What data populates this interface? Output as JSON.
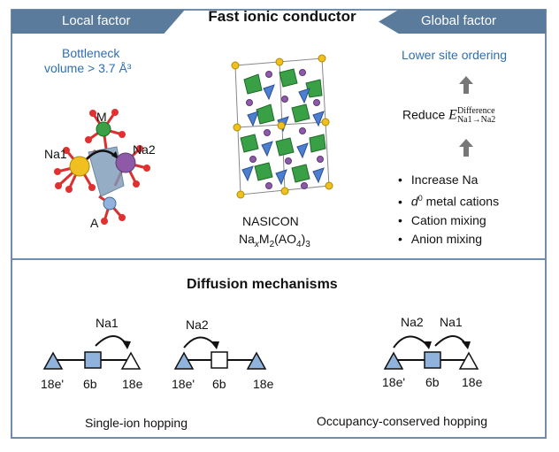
{
  "header": {
    "local": "Local factor",
    "title": "Fast ionic conductor",
    "global": "Global factor"
  },
  "local": {
    "bottleneck_line1": "Bottleneck",
    "bottleneck_line2": "volume > 3.7 Å³",
    "label_m": "M",
    "label_na1": "Na1",
    "label_na2": "Na2",
    "label_a": "A"
  },
  "center": {
    "name": "NASICON",
    "formula_na": "Na",
    "formula_x": "x",
    "formula_m": "M",
    "formula_2": "2",
    "formula_ao": "(AO",
    "formula_4": "4",
    "formula_close": ")",
    "formula_3": "3"
  },
  "global": {
    "lower_ordering": "Lower site ordering",
    "reduce": "Reduce",
    "energy_symbol": "E",
    "energy_sup": "Difference",
    "energy_sub": "Na1→Na2",
    "bullets": [
      "Increase Na",
      "metal cations",
      "Cation mixing",
      "Anion mixing"
    ],
    "d0_d": "d",
    "d0_sup": "0"
  },
  "diffusion": {
    "title": "Diffusion mechanisms",
    "single_label": "Single-ion hopping",
    "conserved_label": "Occupancy-conserved hopping",
    "site_18e_prime": "18e'",
    "site_6b": "6b",
    "site_18e": "18e",
    "na1": "Na1",
    "na2": "Na2"
  },
  "colors": {
    "header_fill": "#5b7b9c",
    "accent_text": "#2f6fb0",
    "site_fill": "#8fb3dc",
    "octahedron_green": "#3aa045",
    "tetrahedron_blue": "#4d7fd0",
    "na_yellow": "#f0c020",
    "purple": "#8e5aa8"
  }
}
